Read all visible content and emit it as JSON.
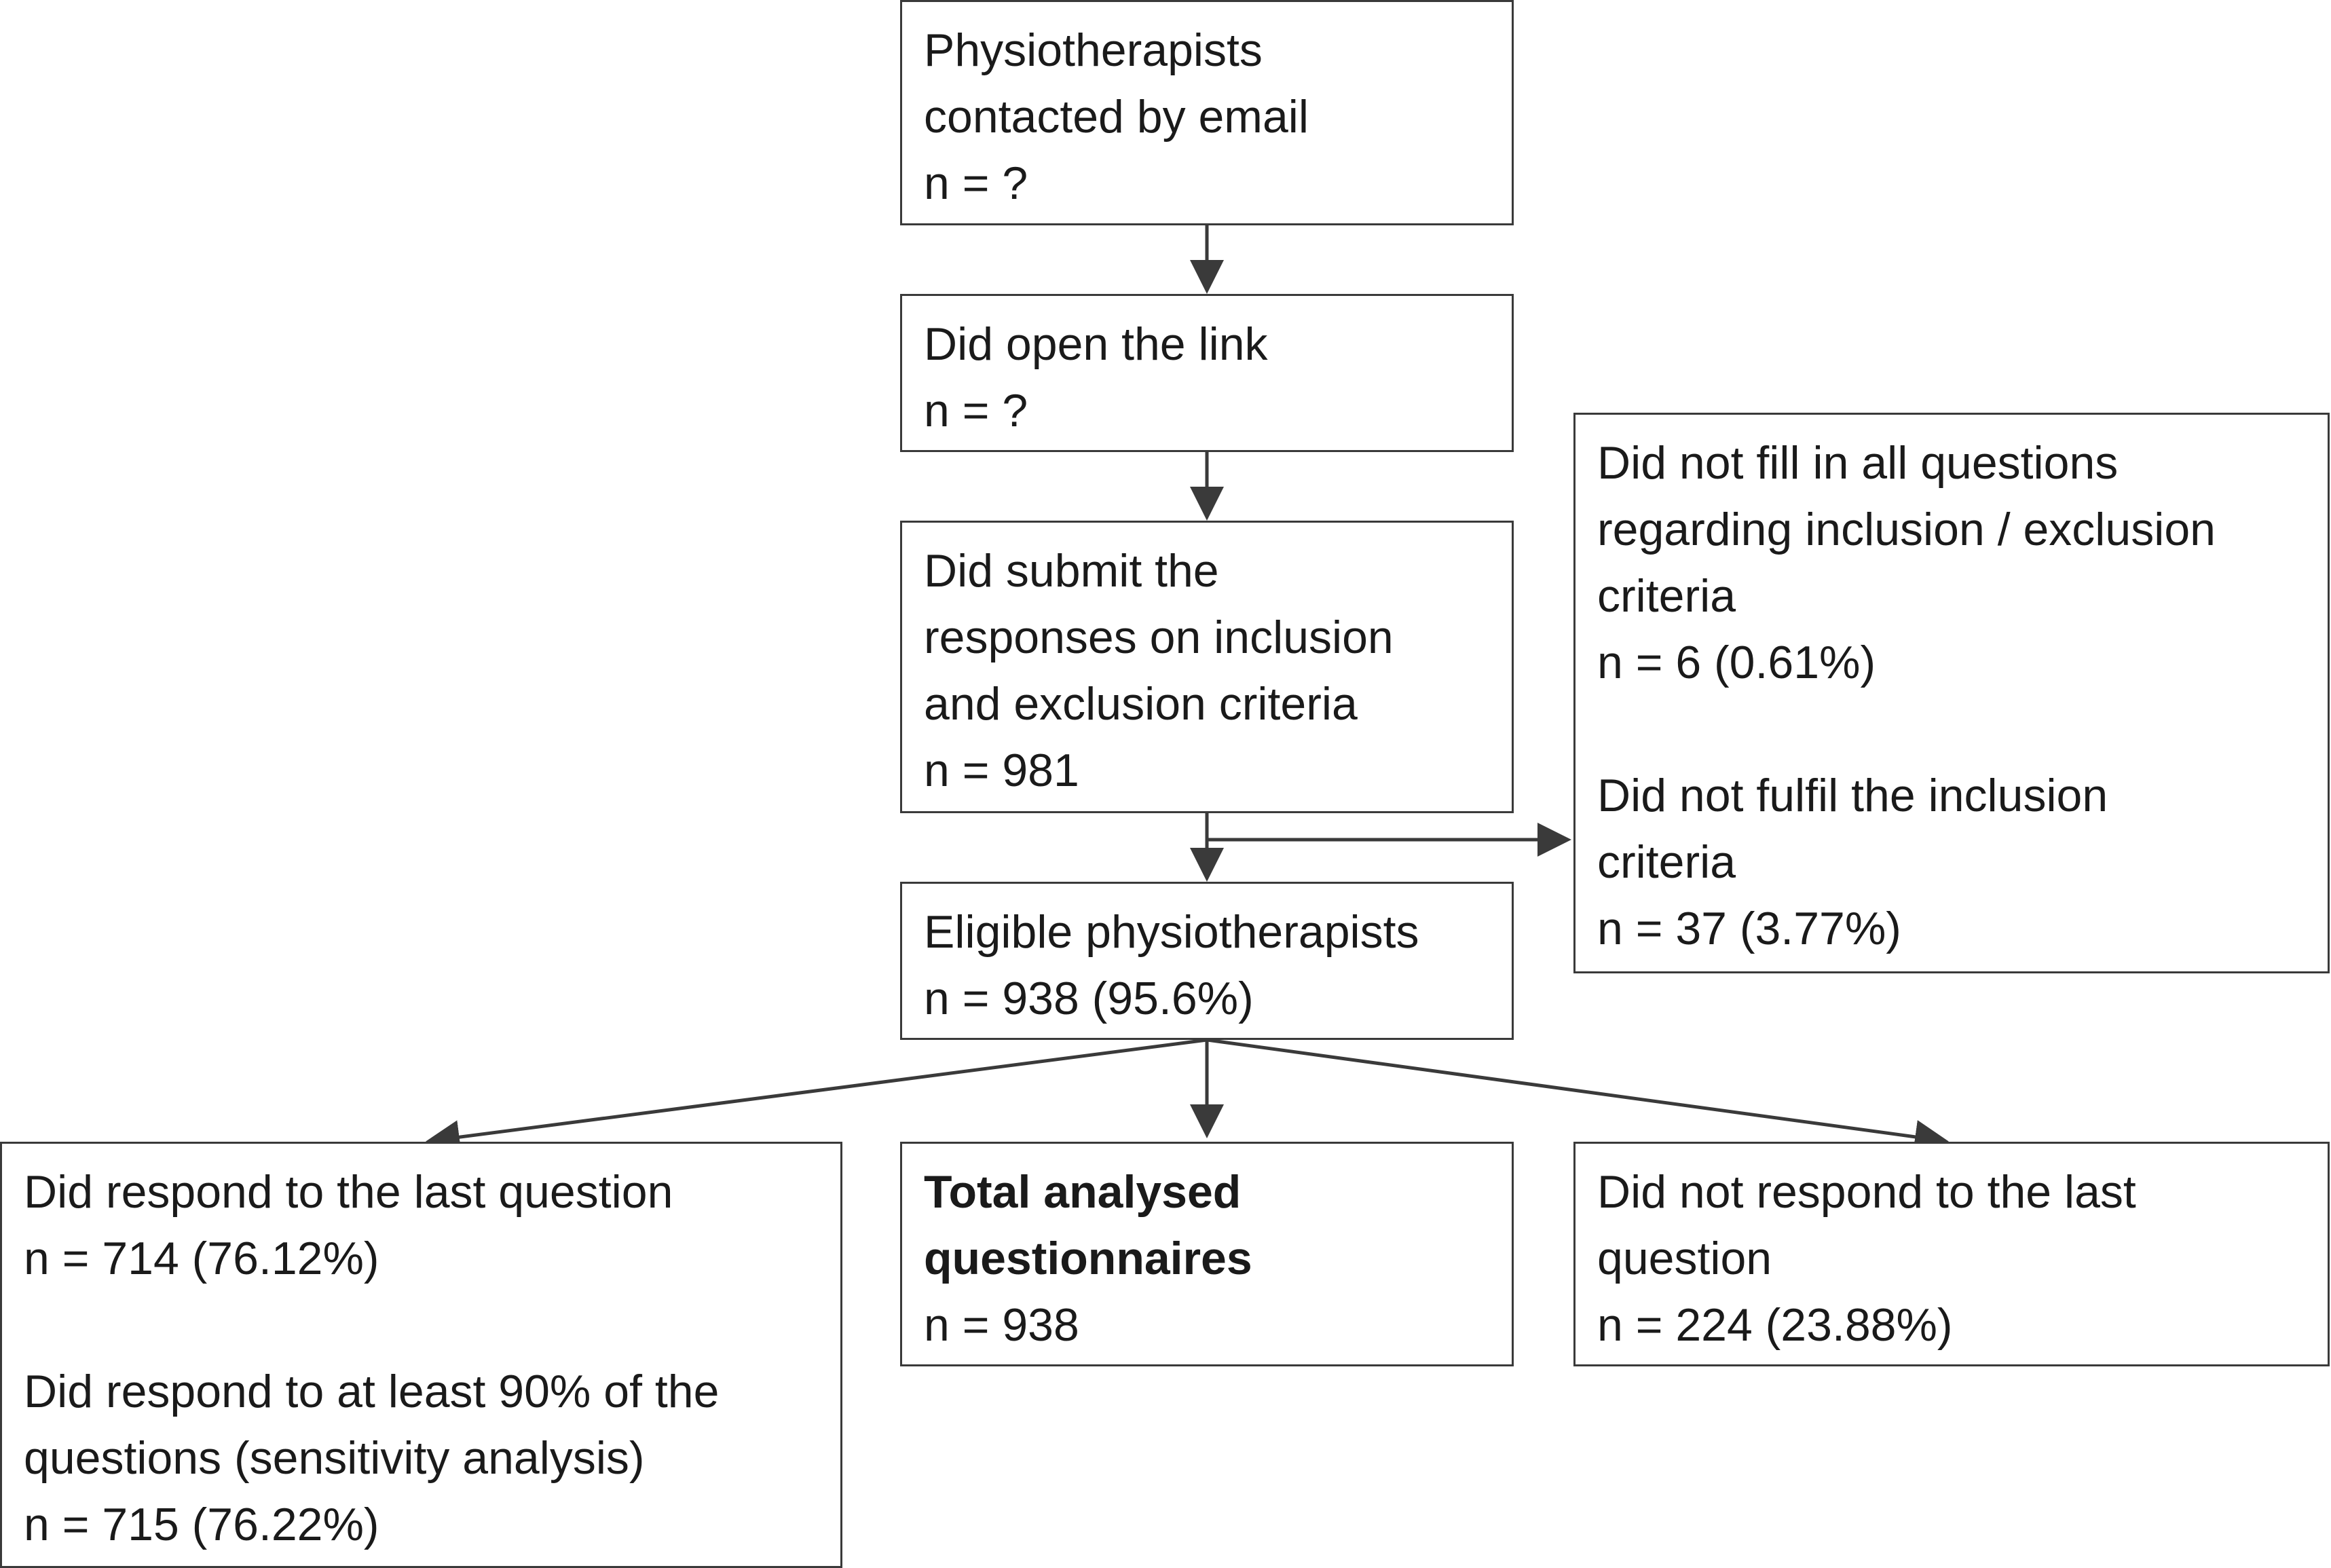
{
  "boxes": {
    "contacted": {
      "lines": [
        "Physiotherapists",
        "contacted by email",
        "n = ?"
      ]
    },
    "opened": {
      "lines": [
        "Did open the link",
        "n = ?"
      ]
    },
    "submitted": {
      "lines": [
        "Did submit the",
        "responses on inclusion",
        "and exclusion criteria",
        "n = 981"
      ]
    },
    "excluded": {
      "group1": [
        "Did not fill in all questions",
        "regarding inclusion / exclusion",
        "criteria",
        "n = 6 (0.61%)"
      ],
      "group2": [
        "Did not fulfil the inclusion",
        "criteria",
        "n = 37 (3.77%)"
      ]
    },
    "eligible": {
      "lines": [
        "Eligible physiotherapists",
        "n = 938 (95.6%)"
      ]
    },
    "responded": {
      "group1": [
        "Did respond to the last question",
        "n = 714 (76.12%)"
      ],
      "group2": [
        "Did respond to at least 90% of the",
        "questions (sensitivity analysis)",
        "n = 715 (76.22%)"
      ]
    },
    "total": {
      "bold_lines": [
        "Total analysed",
        "questionnaires"
      ],
      "lines": [
        "n = 938"
      ]
    },
    "not_responded": {
      "lines": [
        "Did not respond to the last",
        "question",
        "n = 224 (23.88%)"
      ]
    }
  },
  "colors": {
    "border": "#3a3a3a",
    "arrow": "#3a3a3a",
    "text": "#1a1a1a"
  }
}
